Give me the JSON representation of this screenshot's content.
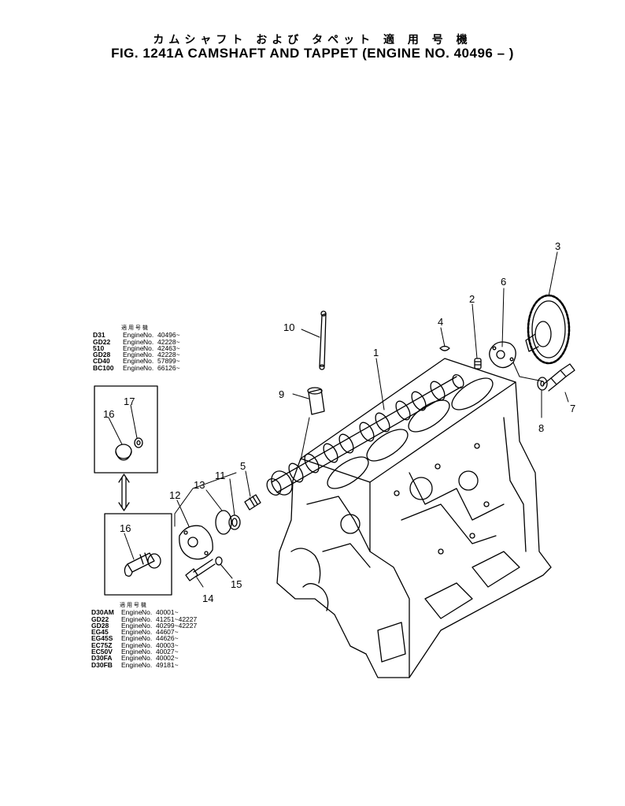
{
  "title_jp": "カムシャフト および タペット 適 用 号 機",
  "title_en": "FIG. 1241A  CAMSHAFT AND TAPPET (ENGINE NO. 40496 – )",
  "callouts": [
    {
      "id": "c1",
      "label": "1"
    },
    {
      "id": "c2",
      "label": "2"
    },
    {
      "id": "c3",
      "label": "3"
    },
    {
      "id": "c4",
      "label": "4"
    },
    {
      "id": "c5",
      "label": "5"
    },
    {
      "id": "c6",
      "label": "6"
    },
    {
      "id": "c7",
      "label": "7"
    },
    {
      "id": "c8",
      "label": "8"
    },
    {
      "id": "c9",
      "label": "9"
    },
    {
      "id": "c10",
      "label": "10"
    },
    {
      "id": "c11",
      "label": "11"
    },
    {
      "id": "c12",
      "label": "12"
    },
    {
      "id": "c13",
      "label": "13"
    },
    {
      "id": "c14",
      "label": "14"
    },
    {
      "id": "c15",
      "label": "15"
    },
    {
      "id": "c16a",
      "label": "16"
    },
    {
      "id": "c17",
      "label": "17"
    },
    {
      "id": "c16b",
      "label": "16"
    }
  ],
  "upper_table": {
    "header": "適 用 号 機",
    "rows": [
      {
        "model": "D31",
        "engine": "Engine",
        "no": "No.",
        "value": "40496~"
      },
      {
        "model": "GD22",
        "engine": "Engine",
        "no": "No.",
        "value": "42228~"
      },
      {
        "model": "510",
        "engine": "Engine",
        "no": "No.",
        "value": "42463~"
      },
      {
        "model": "GD28",
        "engine": "Engine",
        "no": "No.",
        "value": "42228~"
      },
      {
        "model": "CD40",
        "engine": "Engine",
        "no": "No.",
        "value": "57899~"
      },
      {
        "model": "BC100",
        "engine": "Engine",
        "no": "No.",
        "value": "66126~"
      }
    ]
  },
  "lower_table": {
    "header": "適 用 号 機",
    "rows": [
      {
        "model": "D30AM",
        "engine": "Engine",
        "no": "No.",
        "value": "40001~"
      },
      {
        "model": "GD22",
        "engine": "Engine",
        "no": "No.",
        "value": "41251~42227"
      },
      {
        "model": "GD28",
        "engine": "Engine",
        "no": "No.",
        "value": "40299~42227"
      },
      {
        "model": "EG45",
        "engine": "Engine",
        "no": "No.",
        "value": "44607~"
      },
      {
        "model": "EG45S",
        "engine": "Engine",
        "no": "No.",
        "value": "44626~"
      },
      {
        "model": "EC75Z",
        "engine": "Engine",
        "no": "No.",
        "value": "40003~"
      },
      {
        "model": "EC50V",
        "engine": "Engine",
        "no": "No.",
        "value": "40027~"
      },
      {
        "model": "D30FA",
        "engine": "Engine",
        "no": "No.",
        "value": "40002~"
      },
      {
        "model": "D30FB",
        "engine": "Engine",
        "no": "No.",
        "value": "49181~"
      }
    ]
  }
}
